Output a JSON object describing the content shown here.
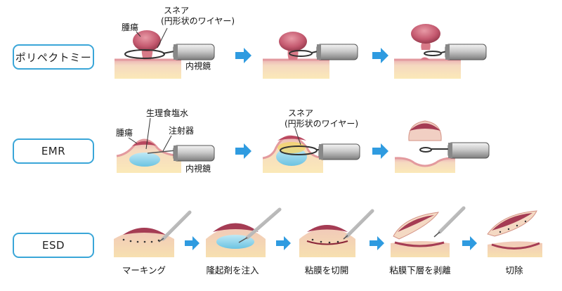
{
  "procedures": {
    "polypectomy": "ポリペクトミー",
    "emr": "EMR",
    "esd": "ESD"
  },
  "labels": {
    "tumor": "腫瘍",
    "snare": "スネア",
    "snare_detail": "(円形状のワイヤー)",
    "endoscope": "内視鏡",
    "saline": "生理食塩水",
    "injector": "注射器"
  },
  "esd_steps": [
    "マーキング",
    "隆起剤を注入",
    "粘膜を切開",
    "粘膜下層を剥離",
    "切除"
  ],
  "colors": {
    "accent": "#3aa6d8",
    "arrow": "#2f9be0",
    "tissue_base": "#f7e3b3",
    "tissue_pink": "#eab0b2",
    "tumor": "#c4566e",
    "saline": "#8fd4ea"
  }
}
